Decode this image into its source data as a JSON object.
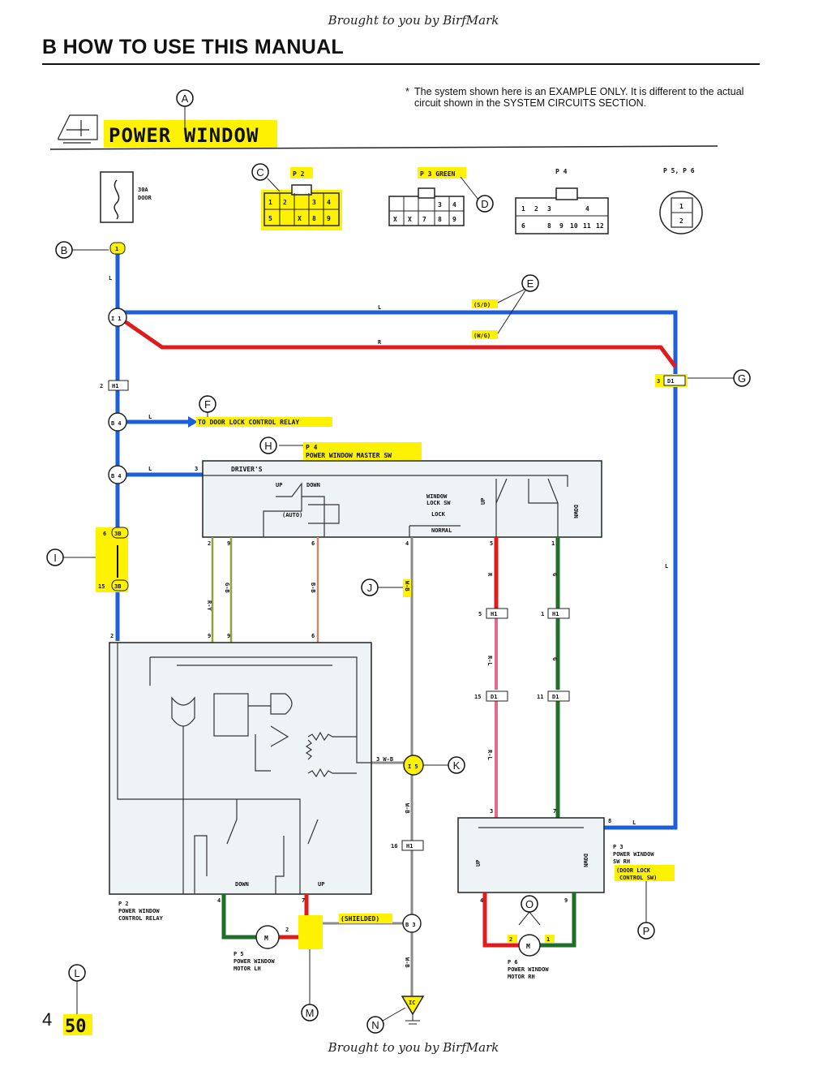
{
  "credit_top": "Brought to you by BirfMark",
  "credit_bottom": "Brought to you by BirfMark",
  "heading": "B  HOW TO USE THIS MANUAL",
  "note": {
    "star": "*",
    "text": "The system shown here is an EXAMPLE ONLY. It is different to the actual circuit shown in the SYSTEM CIRCUITS SECTION."
  },
  "page_number": "4",
  "diagram": {
    "title": "POWER WINDOW",
    "page_label": "50",
    "fuse": {
      "line1": "30A",
      "line2": "DOOR"
    },
    "callouts": [
      "A",
      "B",
      "C",
      "D",
      "E",
      "F",
      "G",
      "H",
      "I",
      "J",
      "K",
      "L",
      "M",
      "N",
      "O",
      "P"
    ],
    "connectors": {
      "p2": {
        "label": "P 2",
        "pins_top": [
          "1",
          "2",
          "",
          "3",
          "4"
        ],
        "pins_bottom": [
          "5",
          "",
          "X",
          "8",
          "9"
        ]
      },
      "p3": {
        "label": "P 3 GREEN",
        "pins_top": [
          "",
          "",
          "",
          "3",
          "4"
        ],
        "pins_bottom": [
          "X",
          "X",
          "7",
          "8",
          "9"
        ]
      },
      "p4": {
        "label": "P 4",
        "pins_top": [
          "1",
          "2",
          "3",
          "",
          "4",
          ""
        ],
        "pins_bottom": [
          "6",
          "",
          "8",
          "9",
          "10",
          "11",
          "12"
        ]
      },
      "p56": {
        "label": "P 5, P 6",
        "pins": [
          "1",
          "2"
        ]
      }
    },
    "wire_labels": {
      "l1": "L",
      "l2": "L",
      "l3": "L",
      "l4": "L",
      "l5": "L",
      "l6": "L",
      "r1": "R",
      "sd": "(S/D)",
      "wg": "(W/G)",
      "r2": "R",
      "g1": "G",
      "g2": "G",
      "ry": "R-Y",
      "gb": "G-B",
      "bb": "B-B",
      "wb1": "W-B",
      "wb2": "W-B",
      "wb3": "W-B",
      "rl1": "R-L",
      "rl2": "R-L"
    },
    "relay_link": "TO DOOR LOCK CONTROL RELAY",
    "master_sw": {
      "code": "P 4",
      "name": "POWER WINDOW MASTER SW",
      "drivers": "DRIVER'S"
    },
    "switch_labels": {
      "up": "UP",
      "down": "DOWN",
      "auto": "(AUTO)",
      "up2": "UP",
      "down2": "DOWN",
      "lock_sw": "WINDOW\nLOCK SW",
      "lock": "LOCK",
      "normal": "NORMAL"
    },
    "junctions": {
      "ii1": "I 1",
      "ba1": "B 4",
      "ba2": "B 4",
      "i5": "I 5",
      "b3": "B 3",
      "ic": "IC"
    },
    "conn_codes": {
      "h1": "H1",
      "d1": "D1",
      "j8a": "3B",
      "j8b": "3B",
      "h2": "H1",
      "h3": "H1",
      "d2": "D1",
      "d3": "D1",
      "h4": "H1"
    },
    "pin_numbers": {
      "p1": "1",
      "p2": "2",
      "p3": "3",
      "p4": "6",
      "p5": "15",
      "p6": "2",
      "p7": "2",
      "p8": "9",
      "p9": "6",
      "p10": "4",
      "p11": "5",
      "p12": "1",
      "p13": "5",
      "p14": "9",
      "p15": "6",
      "p16": "8",
      "p17": "1",
      "p18": "15",
      "p19": "11",
      "p20": "3",
      "p21": "7",
      "p22": "8",
      "p23": "4",
      "p24": "7",
      "p25": "2",
      "p26": "1",
      "p27": "4",
      "p28": "9",
      "p29": "2",
      "p30": "1",
      "p31": "3",
      "p32": "16"
    },
    "relay": {
      "code": "P 2",
      "name1": "POWER WINDOW",
      "name2": "CONTROL RELAY",
      "down": "DOWN",
      "up": "UP"
    },
    "shielded": "(SHIELDED)",
    "motor_lh": {
      "code": "P 5",
      "name1": "POWER WINDOW",
      "name2": "MOTOR LH",
      "m": "M"
    },
    "motor_rh": {
      "code": "P 6",
      "name1": "POWER WINDOW",
      "name2": "MOTOR RH",
      "m": "M"
    },
    "sw_rh": {
      "code": "P 3",
      "name1": "POWER WINDOW",
      "name2": "SW RH",
      "sub1": "(DOOR LOCK",
      "sub2": "CONTROL SW)",
      "up": "UP",
      "down": "DOWN"
    },
    "colors": {
      "blue": "#1c5fd6",
      "red": "#e01b1b",
      "green": "#1f6e2a",
      "highlight": "#fff200"
    }
  }
}
